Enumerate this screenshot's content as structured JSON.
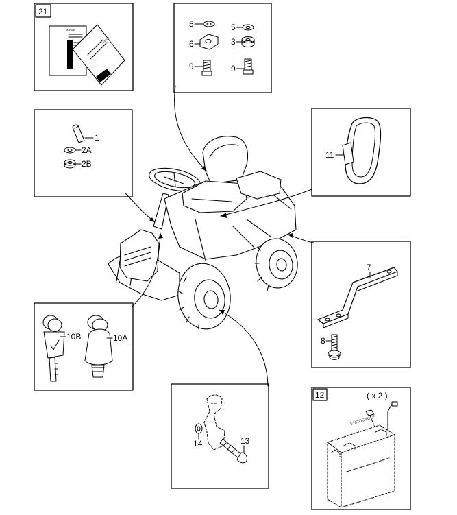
{
  "panels": {
    "manuals": {
      "number": "21",
      "doc_left_title": "Manual",
      "doc_right_title": "Manual"
    },
    "seat_hardware": {
      "labels": [
        "5",
        "6",
        "9",
        "5",
        "3",
        "9"
      ]
    },
    "pins_washers": {
      "labels": [
        "1",
        "2A",
        "2B"
      ]
    },
    "handle": {
      "labels": [
        "11"
      ]
    },
    "bracket": {
      "labels": [
        "7",
        "8"
      ]
    },
    "keys": {
      "labels": [
        "10B",
        "10A"
      ]
    },
    "pedal": {
      "labels": [
        "14",
        "13"
      ]
    },
    "battery": {
      "number": "12",
      "quantity": "( x 2 )",
      "brand": "EUROCYCLE"
    }
  }
}
